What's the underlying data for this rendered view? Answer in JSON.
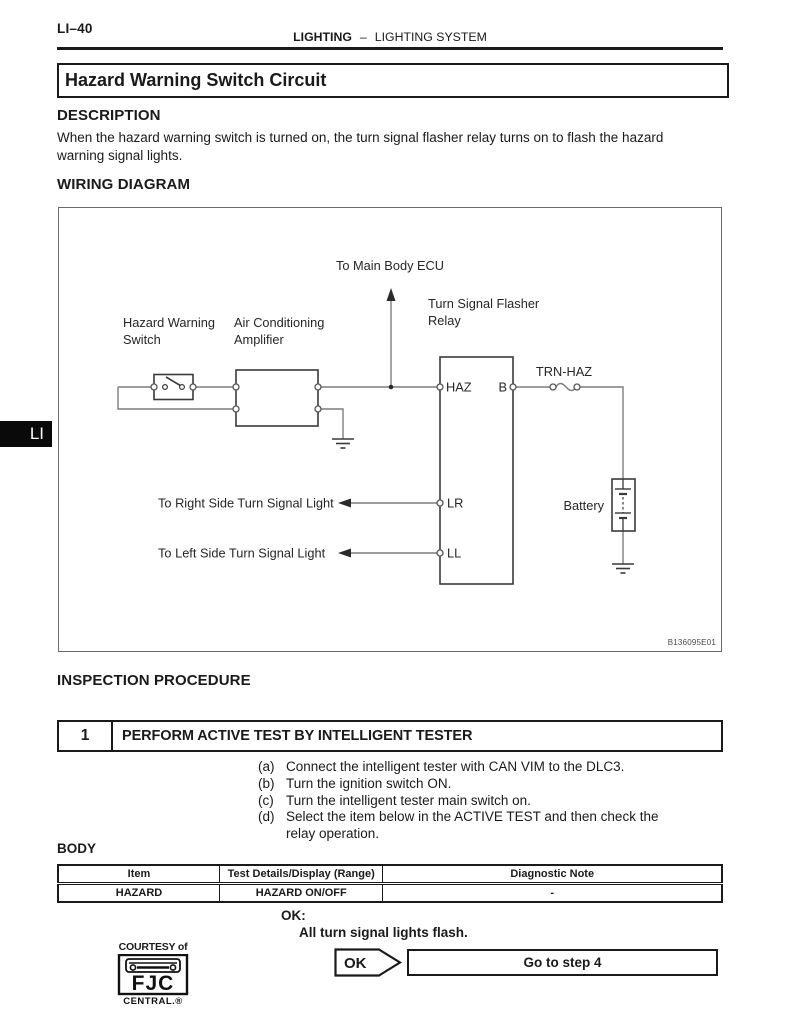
{
  "header": {
    "page_number": "LI–40",
    "section_bold": "LIGHTING",
    "separator": "–",
    "section": "LIGHTING SYSTEM",
    "side_tab": "LI"
  },
  "title": "Hazard Warning Switch Circuit",
  "description": {
    "heading": "DESCRIPTION",
    "body": "When the hazard warning switch is turned on, the turn signal flasher relay turns on to flash the hazard warning signal lights."
  },
  "wiring_diagram": {
    "heading": "WIRING DIAGRAM",
    "figure_code": "B136095E01",
    "labels": {
      "ecu": "To Main Body ECU",
      "switch_line1": "Hazard Warning",
      "switch_line2": "Switch",
      "amplifier_line1": "Air Conditioning",
      "amplifier_line2": "Amplifier",
      "relay_line1": "Turn Signal Flasher",
      "relay_line2": "Relay",
      "terminal_haz": "HAZ",
      "terminal_b": "B",
      "terminal_lr": "LR",
      "terminal_ll": "LL",
      "fuse": "TRN-HAZ",
      "right_light": "To Right Side Turn Signal Light",
      "left_light": "To Left Side Turn Signal Light",
      "battery": "Battery"
    }
  },
  "inspection": {
    "heading": "INSPECTION PROCEDURE",
    "step_number": "1",
    "step_title": "PERFORM ACTIVE TEST BY INTELLIGENT TESTER",
    "substeps": [
      {
        "label": "(a)",
        "text": "Connect the intelligent tester with CAN VIM to the DLC3."
      },
      {
        "label": "(b)",
        "text": "Turn the ignition switch ON."
      },
      {
        "label": "(c)",
        "text": "Turn the intelligent tester main switch on."
      },
      {
        "label": "(d)",
        "text": "Select the item below in the ACTIVE TEST and then check the relay operation."
      }
    ],
    "body_heading": "BODY",
    "table": {
      "headers": [
        "Item",
        "Test Details/Display (Range)",
        "Diagnostic Note"
      ],
      "rows": [
        [
          "HAZARD",
          "HAZARD ON/OFF",
          "-"
        ]
      ]
    },
    "ok_label": "OK:",
    "ok_condition": "All turn signal lights flash.",
    "result": {
      "badge": "OK",
      "action": "Go to step 4"
    }
  },
  "courtesy": {
    "caption": "COURTESY of",
    "logo_text": "FJC",
    "logo_subtext": "CENTRAL.®"
  },
  "colors": {
    "ink": "#1a1a1a",
    "wire": "#7d7d7d",
    "component": "#3a3a3a"
  }
}
